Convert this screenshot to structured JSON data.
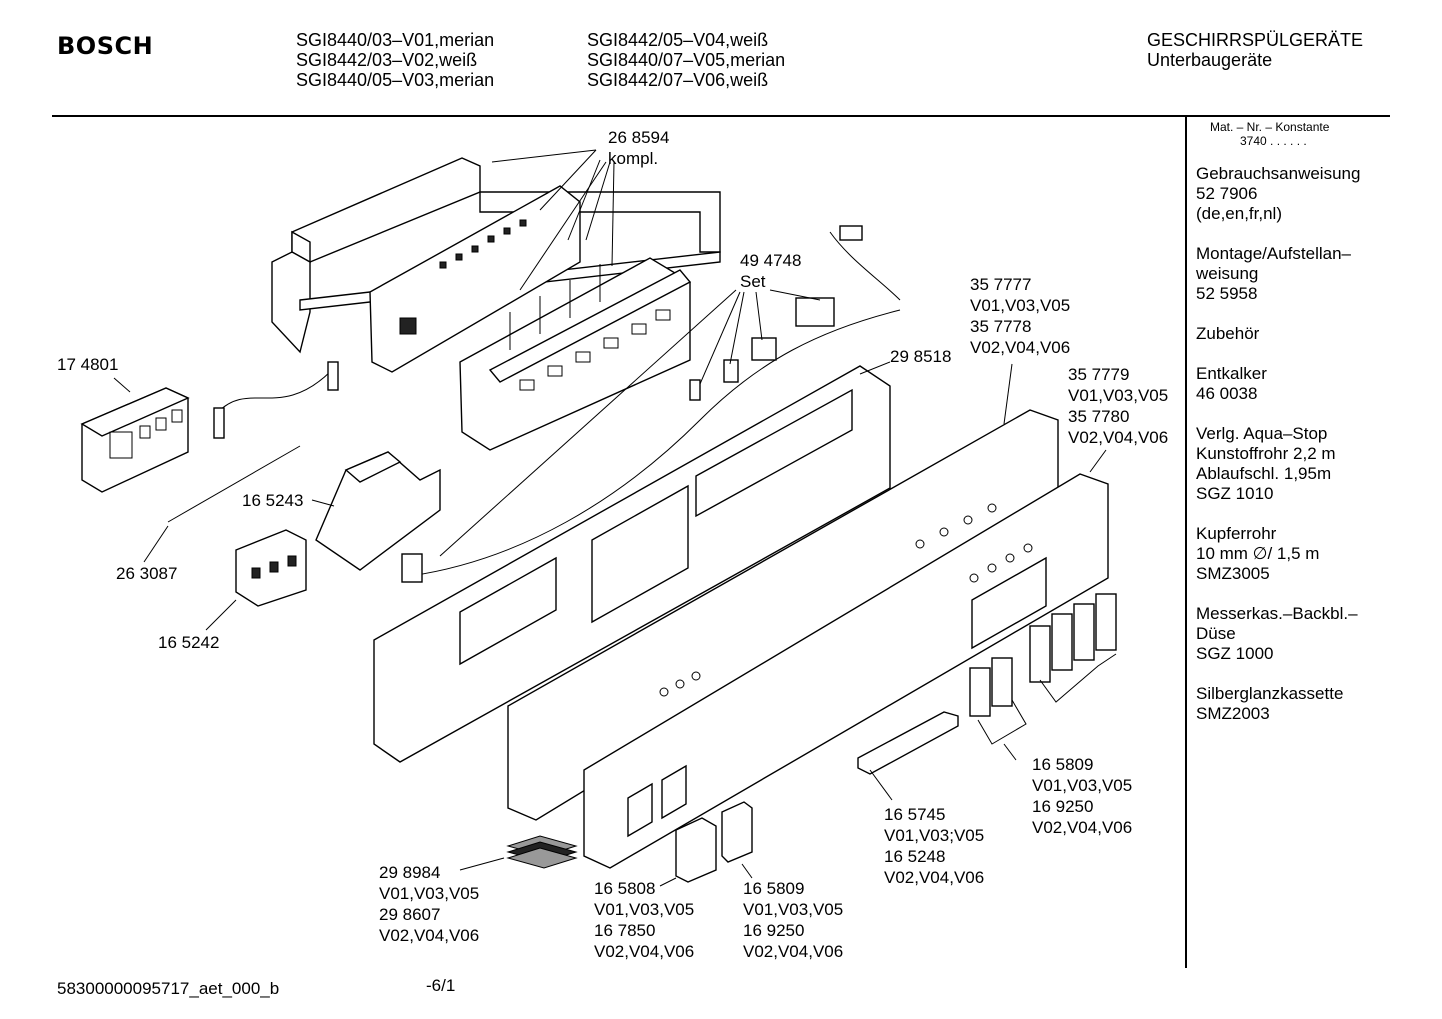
{
  "header": {
    "brand": "BOSCH",
    "models_col1": [
      "SGI8440/03–V01,merian",
      "SGI8442/03–V02,weiß",
      "SGI8440/05–V03,merian"
    ],
    "models_col2": [
      "SGI8442/05–V04,weiß",
      "SGI8440/07–V05,merian",
      "SGI8442/07–V06,weiß"
    ],
    "category_title": "GESCHIRRSPÜLGERÄTE",
    "category_subtitle": "Unterbaugeräte"
  },
  "diagram": {
    "labels": [
      {
        "id": "268594",
        "lines": [
          "26 8594",
          "kompl."
        ]
      },
      {
        "id": "494748",
        "lines": [
          "49 4748",
          "Set"
        ]
      },
      {
        "id": "174801",
        "lines": [
          "17 4801"
        ]
      },
      {
        "id": "298518",
        "lines": [
          "29 8518"
        ]
      },
      {
        "id": "357777",
        "lines": [
          "35 7777",
          "V01,V03,V05",
          "35 7778",
          "V02,V04,V06"
        ]
      },
      {
        "id": "357779",
        "lines": [
          "35 7779",
          "V01,V03,V05",
          "35 7780",
          "V02,V04,V06"
        ]
      },
      {
        "id": "165243",
        "lines": [
          "16 5243"
        ]
      },
      {
        "id": "263087",
        "lines": [
          "26 3087"
        ]
      },
      {
        "id": "165242",
        "lines": [
          "16 5242"
        ]
      },
      {
        "id": "165809r",
        "lines": [
          "16 5809",
          "V01,V03,V05",
          "16 9250",
          "V02,V04,V06"
        ]
      },
      {
        "id": "165745",
        "lines": [
          "16 5745",
          "V01,V03;V05",
          "16 5248",
          "V02,V04,V06"
        ]
      },
      {
        "id": "298984",
        "lines": [
          "29 8984",
          "V01,V03,V05",
          "29 8607",
          "V02,V04,V06"
        ]
      },
      {
        "id": "165808",
        "lines": [
          "16 5808",
          "V01,V03,V05",
          "16 7850",
          "V02,V04,V06"
        ]
      },
      {
        "id": "165809b",
        "lines": [
          "16 5809",
          "V01,V03,V05",
          "16 9250",
          "V02,V04,V06"
        ]
      }
    ]
  },
  "sidebar": {
    "constant_title": "Mat. – Nr. – Konstante",
    "constant_value": "3740  .  .  .  .  .  .",
    "items": [
      [
        "Gebrauchsanweisung",
        "52 7906",
        "(de,en,fr,nl)"
      ],
      [
        "Montage/Aufstellan–",
        "weisung",
        "52 5958"
      ],
      [
        "Zubehör"
      ],
      [
        "Entkalker",
        "46 0038"
      ],
      [
        "Verlg. Aqua–Stop",
        "Kunstoffrohr 2,2 m",
        "Ablaufschl. 1,95m",
        "SGZ 1010"
      ],
      [
        "Kupferrohr",
        "10 mm ∅/ 1,5 m",
        "SMZ3005"
      ],
      [
        "Messerkas.–Backbl.–",
        "Düse",
        "SGZ 1000"
      ],
      [
        "Silberglanzkassette",
        "SMZ2003"
      ]
    ]
  },
  "footer": {
    "doc_id": "58300000095717_aet_000_b",
    "page": "-6/1"
  }
}
